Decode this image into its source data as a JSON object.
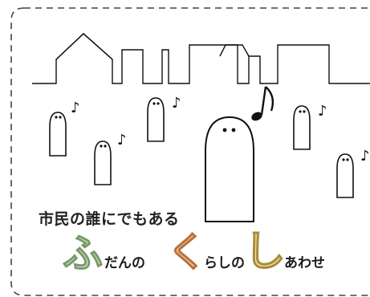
{
  "caption": "市民の誰にでもある",
  "slogan": {
    "char_fu": "ふ",
    "after_fu": "だんの",
    "char_ku": "く",
    "after_ku": "らしの",
    "char_shi": "し",
    "after_shi": "あわせ"
  },
  "music_note": "♪",
  "colors": {
    "fu": "#d9f0cf",
    "ku": "#f6c7a4",
    "shi": "#f3e4a3",
    "line": "#111111"
  }
}
